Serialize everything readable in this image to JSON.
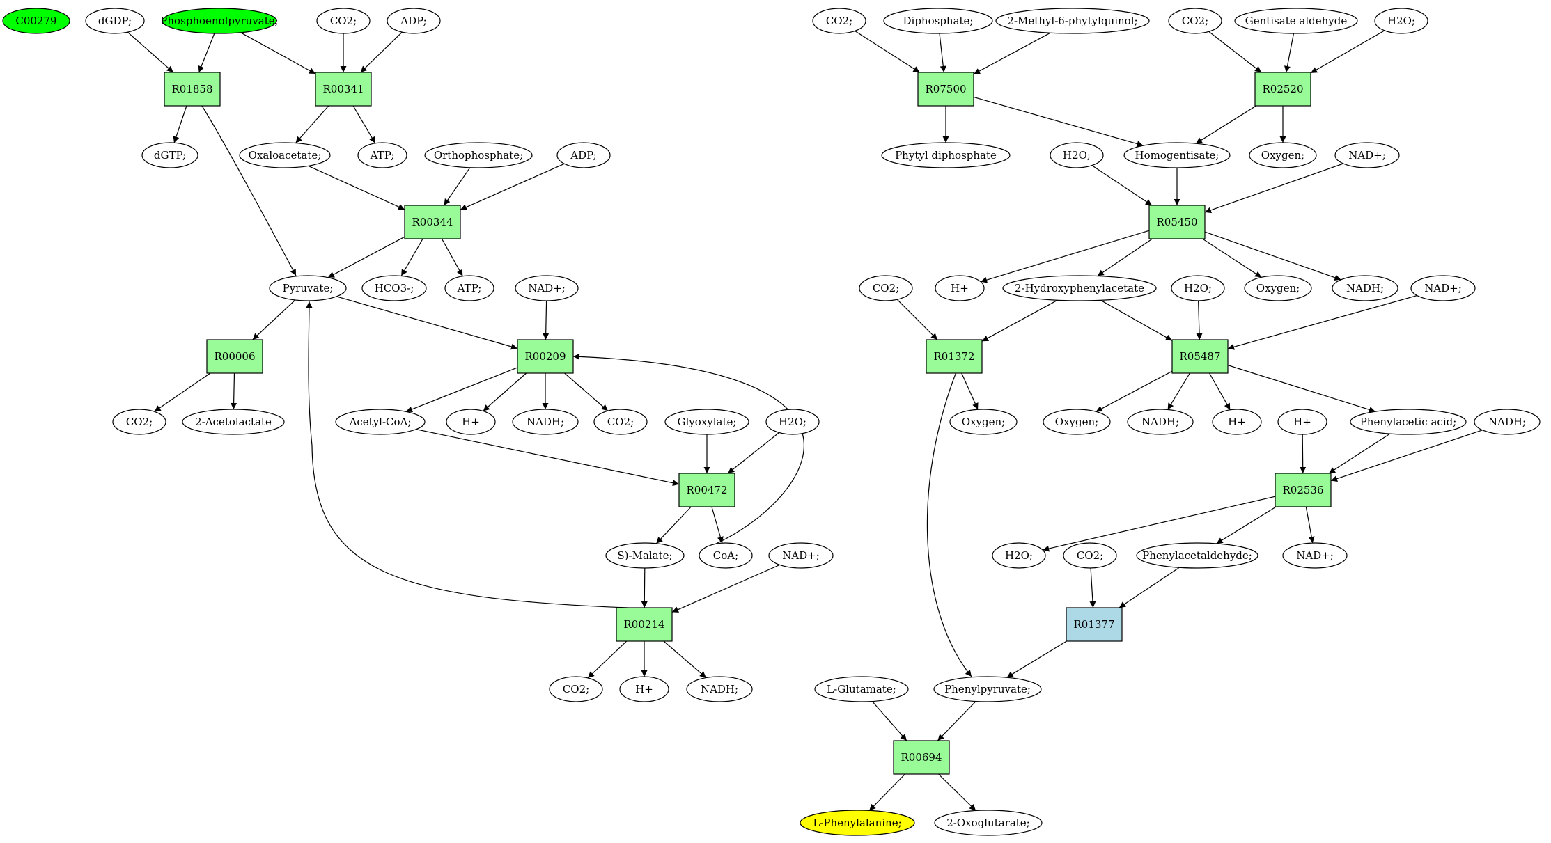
{
  "colors": {
    "reaction": "#98fb98",
    "reaction_alt": "#add8e6",
    "compound": "#ffffff",
    "source": "#00ff00",
    "target": "#ffff00"
  },
  "reactions": [
    {
      "id": "R01858",
      "label": "R01858",
      "color": "reaction"
    },
    {
      "id": "R00341",
      "label": "R00341",
      "color": "reaction"
    },
    {
      "id": "R00344",
      "label": "R00344",
      "color": "reaction"
    },
    {
      "id": "R00006",
      "label": "R00006",
      "color": "reaction"
    },
    {
      "id": "R00209",
      "label": "R00209",
      "color": "reaction"
    },
    {
      "id": "R00472",
      "label": "R00472",
      "color": "reaction"
    },
    {
      "id": "R00214",
      "label": "R00214",
      "color": "reaction"
    },
    {
      "id": "R07500",
      "label": "R07500",
      "color": "reaction"
    },
    {
      "id": "R02520",
      "label": "R02520",
      "color": "reaction"
    },
    {
      "id": "R05450",
      "label": "R05450",
      "color": "reaction"
    },
    {
      "id": "R01372",
      "label": "R01372",
      "color": "reaction"
    },
    {
      "id": "R05487",
      "label": "R05487",
      "color": "reaction"
    },
    {
      "id": "R02536",
      "label": "R02536",
      "color": "reaction"
    },
    {
      "id": "R01377",
      "label": "R01377",
      "color": "reaction_alt"
    },
    {
      "id": "R00694",
      "label": "R00694",
      "color": "reaction"
    }
  ],
  "compounds": [
    {
      "id": "c_C00279",
      "label": "C00279",
      "color": "source"
    },
    {
      "id": "c_dGDP",
      "label": "dGDP;",
      "color": "compound"
    },
    {
      "id": "c_PEP",
      "label": "Phosphoenolpyruvate;",
      "color": "source"
    },
    {
      "id": "c_CO2a",
      "label": "CO2;",
      "color": "compound"
    },
    {
      "id": "c_ADPa",
      "label": "ADP;",
      "color": "compound"
    },
    {
      "id": "c_dGTP",
      "label": "dGTP;",
      "color": "compound"
    },
    {
      "id": "c_Oxaloacetate",
      "label": "Oxaloacetate;",
      "color": "compound"
    },
    {
      "id": "c_ATPa",
      "label": "ATP;",
      "color": "compound"
    },
    {
      "id": "c_Orthophosphate",
      "label": "Orthophosphate;",
      "color": "compound"
    },
    {
      "id": "c_ADPb",
      "label": "ADP;",
      "color": "compound"
    },
    {
      "id": "c_Pyruvate",
      "label": "Pyruvate;",
      "color": "compound"
    },
    {
      "id": "c_HCO3",
      "label": "HCO3-;",
      "color": "compound"
    },
    {
      "id": "c_ATPb",
      "label": "ATP;",
      "color": "compound"
    },
    {
      "id": "c_NADa",
      "label": "NAD+;",
      "color": "compound"
    },
    {
      "id": "c_CO2b",
      "label": "CO2;",
      "color": "compound"
    },
    {
      "id": "c_Acetolactate",
      "label": "2-Acetolactate",
      "color": "compound"
    },
    {
      "id": "c_AcetylCoA",
      "label": "Acetyl-CoA;",
      "color": "compound"
    },
    {
      "id": "c_Ha",
      "label": "H+",
      "color": "compound"
    },
    {
      "id": "c_NADHa",
      "label": "NADH;",
      "color": "compound"
    },
    {
      "id": "c_CO2c",
      "label": "CO2;",
      "color": "compound"
    },
    {
      "id": "c_Glyoxylate",
      "label": "Glyoxylate;",
      "color": "compound"
    },
    {
      "id": "c_H2Oa",
      "label": "H2O;",
      "color": "compound"
    },
    {
      "id": "c_Malate",
      "label": "S)-Malate;",
      "color": "compound"
    },
    {
      "id": "c_CoA",
      "label": "CoA;",
      "color": "compound"
    },
    {
      "id": "c_NADb",
      "label": "NAD+;",
      "color": "compound"
    },
    {
      "id": "c_CO2d",
      "label": "CO2;",
      "color": "compound"
    },
    {
      "id": "c_Hb",
      "label": "H+",
      "color": "compound"
    },
    {
      "id": "c_NADHb",
      "label": "NADH;",
      "color": "compound"
    },
    {
      "id": "c_CO2e",
      "label": "CO2;",
      "color": "compound"
    },
    {
      "id": "c_Diphosphate",
      "label": "Diphosphate;",
      "color": "compound"
    },
    {
      "id": "c_MPQ",
      "label": "2-Methyl-6-phytylquinol;",
      "color": "compound"
    },
    {
      "id": "c_CO2f",
      "label": "CO2;",
      "color": "compound"
    },
    {
      "id": "c_Gentisate",
      "label": "Gentisate aldehyde",
      "color": "compound"
    },
    {
      "id": "c_H2Ob",
      "label": "H2O;",
      "color": "compound"
    },
    {
      "id": "c_PhytylDP",
      "label": "Phytyl diphosphate",
      "color": "compound"
    },
    {
      "id": "c_H2Oc",
      "label": "H2O;",
      "color": "compound"
    },
    {
      "id": "c_Homogentisate",
      "label": "Homogentisate;",
      "color": "compound"
    },
    {
      "id": "c_OxygenA",
      "label": "Oxygen;",
      "color": "compound"
    },
    {
      "id": "c_NADc",
      "label": "NAD+;",
      "color": "compound"
    },
    {
      "id": "c_CO2g",
      "label": "CO2;",
      "color": "compound"
    },
    {
      "id": "c_Hc",
      "label": "H+",
      "color": "compound"
    },
    {
      "id": "c_HPA",
      "label": "2-Hydroxyphenylacetate",
      "color": "compound"
    },
    {
      "id": "c_H2Od",
      "label": "H2O;",
      "color": "compound"
    },
    {
      "id": "c_OxygenB",
      "label": "Oxygen;",
      "color": "compound"
    },
    {
      "id": "c_NADHc",
      "label": "NADH;",
      "color": "compound"
    },
    {
      "id": "c_NADd",
      "label": "NAD+;",
      "color": "compound"
    },
    {
      "id": "c_OxygenC",
      "label": "Oxygen;",
      "color": "compound"
    },
    {
      "id": "c_OxygenD",
      "label": "Oxygen;",
      "color": "compound"
    },
    {
      "id": "c_NADHd",
      "label": "NADH;",
      "color": "compound"
    },
    {
      "id": "c_Hd",
      "label": "H+",
      "color": "compound"
    },
    {
      "id": "c_He",
      "label": "H+",
      "color": "compound"
    },
    {
      "id": "c_PhenylaceticAcid",
      "label": "Phenylacetic acid;",
      "color": "compound"
    },
    {
      "id": "c_NADHe",
      "label": "NADH;",
      "color": "compound"
    },
    {
      "id": "c_H2Oe",
      "label": "H2O;",
      "color": "compound"
    },
    {
      "id": "c_CO2h",
      "label": "CO2;",
      "color": "compound"
    },
    {
      "id": "c_Phenylacetaldehyde",
      "label": "Phenylacetaldehyde;",
      "color": "compound"
    },
    {
      "id": "c_NADe",
      "label": "NAD+;",
      "color": "compound"
    },
    {
      "id": "c_Glutamate",
      "label": "L-Glutamate;",
      "color": "compound"
    },
    {
      "id": "c_Phenylpyruvate",
      "label": "Phenylpyruvate;",
      "color": "compound"
    },
    {
      "id": "c_Phe",
      "label": "L-Phenylalanine;",
      "color": "target"
    },
    {
      "id": "c_Oxoglutarate",
      "label": "2-Oxoglutarate;",
      "color": "compound"
    }
  ]
}
